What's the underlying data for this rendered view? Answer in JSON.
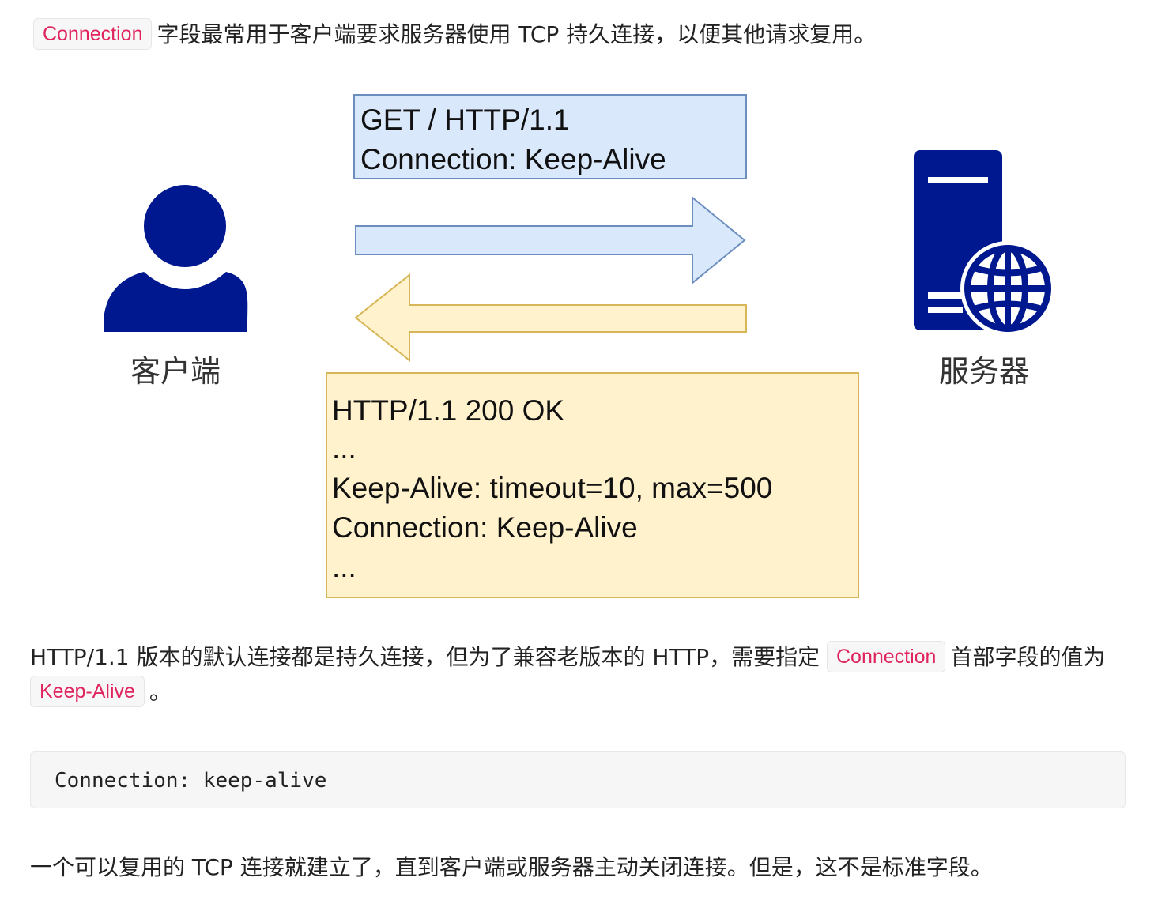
{
  "intro": {
    "code": "Connection",
    "text": "字段最常用于客户端要求服务器使用 TCP 持久连接，以便其他请求复用。"
  },
  "diagram": {
    "client_label": "客户端",
    "server_label": "服务器",
    "request_lines": [
      "GET / HTTP/1.1",
      "Connection: Keep-Alive"
    ],
    "response_lines": [
      "HTTP/1.1 200 OK",
      "...",
      "Keep-Alive: timeout=10, max=500",
      "Connection: Keep-Alive",
      "..."
    ],
    "colors": {
      "icon": "#00188f",
      "request_fill": "#dae8fc",
      "request_stroke": "#6c8ebf",
      "response_fill": "#fff2cc",
      "response_stroke": "#d6b656"
    }
  },
  "para2": {
    "text_a": "HTTP/1.1 版本的默认连接都是持久连接，但为了兼容老版本的 HTTP，需要指定",
    "code_a": "Connection",
    "text_b": "首部字段的值为",
    "code_b": "Keep-Alive",
    "text_c": "。"
  },
  "code_block": "Connection: keep-alive",
  "para4": "一个可以复用的 TCP 连接就建立了，直到客户端或服务器主动关闭连接。但是，这不是标准字段。"
}
